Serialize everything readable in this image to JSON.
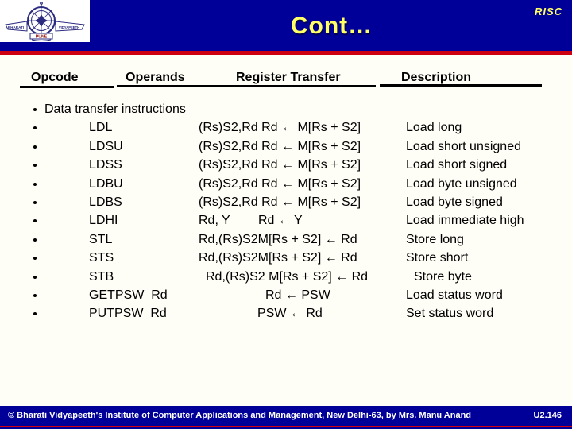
{
  "header": {
    "title": "Cont…",
    "corner_label": "RISC"
  },
  "logo": {
    "left_wing_text": "BHARATI",
    "right_wing_text": "VIDYAPEETH",
    "banner_text": "PUNE"
  },
  "colors": {
    "band_blue": "#000099",
    "stripe_red": "#cc0011",
    "title_yellow": "#ffff66"
  },
  "table": {
    "headers": [
      "Opcode",
      "Operands",
      "Register Transfer",
      "Description"
    ],
    "section_label": "Data transfer instructions",
    "rows": [
      {
        "opcode": "LDL",
        "transfer": "(Rs)S2,Rd Rd ← M[Rs + S2]",
        "desc": "Load long"
      },
      {
        "opcode": "LDSU",
        "transfer": "(Rs)S2,Rd Rd ← M[Rs + S2]",
        "desc": "Load short unsigned"
      },
      {
        "opcode": "LDSS",
        "transfer": "(Rs)S2,Rd Rd ← M[Rs + S2]",
        "desc": "Load short signed"
      },
      {
        "opcode": "LDBU",
        "transfer": "(Rs)S2,Rd Rd ← M[Rs + S2]",
        "desc": "Load byte unsigned"
      },
      {
        "opcode": "LDBS",
        "transfer": "(Rs)S2,Rd Rd ← M[Rs + S2]",
        "desc": "Load byte signed"
      },
      {
        "opcode": "LDHI",
        "transfer": "Rd, Y        Rd ← Y",
        "desc": "Load immediate high"
      },
      {
        "opcode": "STL",
        "transfer": "Rd,(Rs)S2M[Rs + S2] ← Rd",
        "desc": "Store long"
      },
      {
        "opcode": "STS",
        "transfer": "Rd,(Rs)S2M[Rs + S2] ← Rd",
        "desc": "Store short"
      },
      {
        "opcode": "STB",
        "transfer": "Rd,(Rs)S2 M[Rs + S2] ← Rd",
        "desc": "Store byte"
      },
      {
        "opcode": "GETPSW  Rd",
        "transfer": "Rd ← PSW",
        "desc": "Load status word"
      },
      {
        "opcode": "PUTPSW  Rd",
        "transfer": "PSW ← Rd",
        "desc": "Set status word"
      }
    ]
  },
  "footer": {
    "copyright": "© Bharati Vidyapeeth's Institute of Computer Applications and Management, New Delhi-63, by Mrs. Manu Anand",
    "page": "U2.146"
  }
}
